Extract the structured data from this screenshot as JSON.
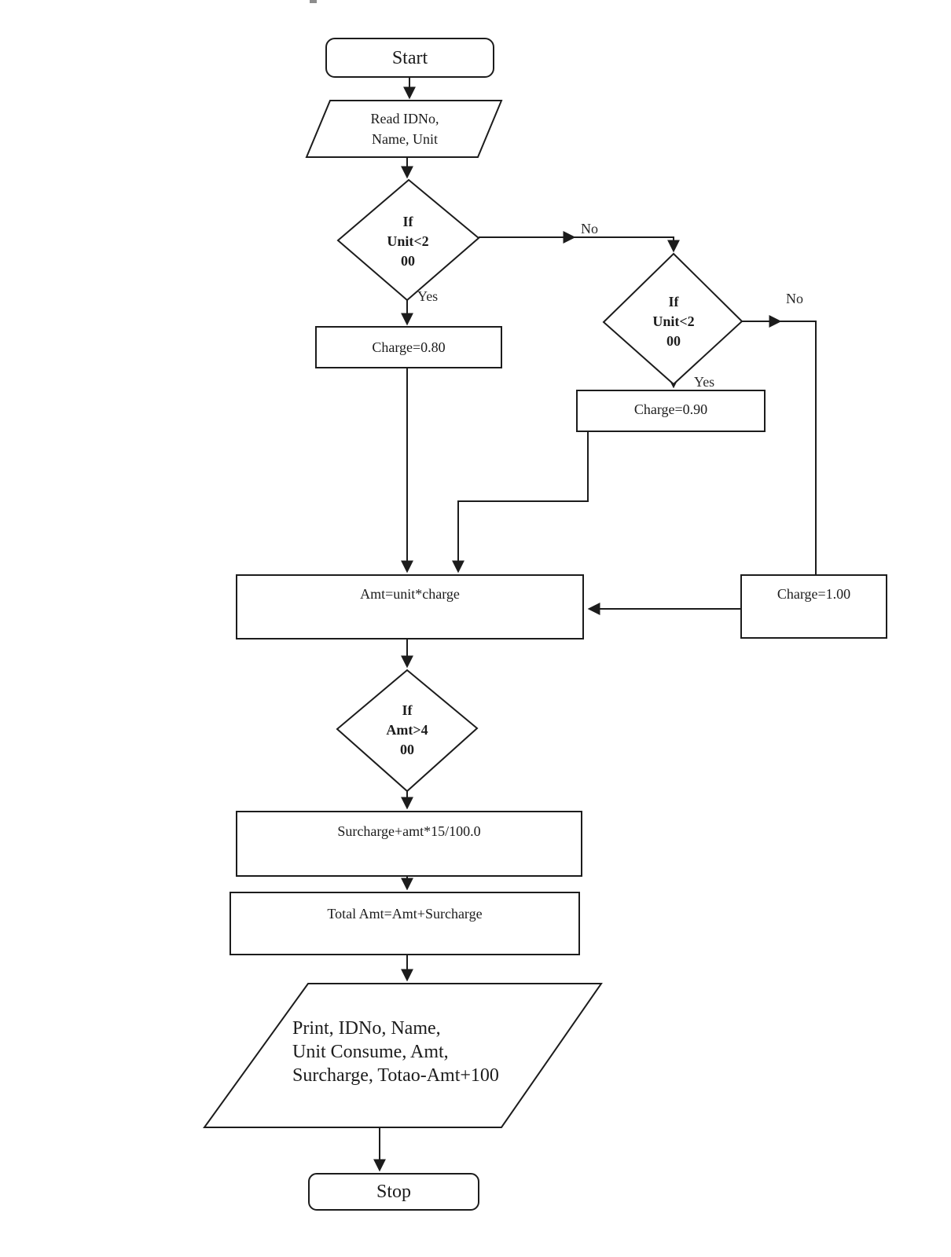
{
  "nodes": {
    "start": {
      "label": "Start"
    },
    "read": {
      "line1": "Read IDNo,",
      "line2": "Name, Unit"
    },
    "decision1": {
      "line1": "If",
      "line2": "Unit<2",
      "line3": "00"
    },
    "decision2": {
      "line1": "If",
      "line2": "Unit<2",
      "line3": "00"
    },
    "charge080": {
      "label": "Charge=0.80"
    },
    "charge090": {
      "label": "Charge=0.90"
    },
    "charge100": {
      "label": "Charge=1.00"
    },
    "amt": {
      "label": "Amt=unit*charge"
    },
    "decision3": {
      "line1": "If",
      "line2": "Amt>4",
      "line3": "00"
    },
    "surcharge": {
      "label": "Surcharge+amt*15/100.0"
    },
    "total": {
      "label": "Total Amt=Amt+Surcharge"
    },
    "print": {
      "line1": "Print, IDNo, Name,",
      "line2": "Unit Consume, Amt,",
      "line3": "Surcharge, Totao-Amt+100"
    },
    "stop": {
      "label": "Stop"
    }
  },
  "edges": {
    "d1_yes": "Yes",
    "d1_no": "No",
    "d2_yes": "Yes",
    "d2_no": "No"
  },
  "colors": {
    "line": "#1c1c1c",
    "background": "#ffffff",
    "text": "#1c1c1c"
  }
}
